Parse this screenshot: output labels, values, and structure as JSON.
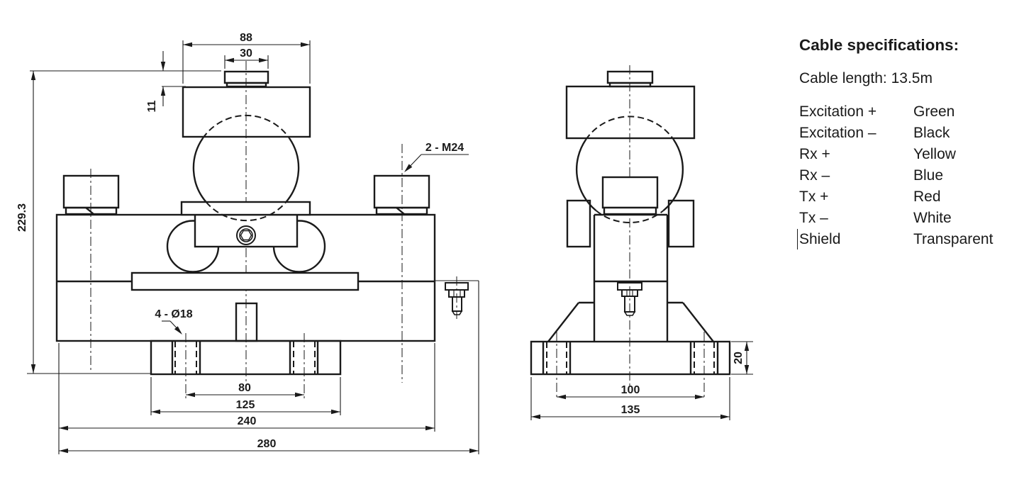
{
  "drawing": {
    "line_color": "#1a1a1a",
    "background": "#ffffff",
    "front_view": {
      "dim_cap_width": "88",
      "dim_button_width": "30",
      "dim_button_height": "11",
      "dim_total_height": "229.3",
      "label_bolts": "2 - M24",
      "label_holes": "4 - Ø18",
      "dim_hole_spacing": "80",
      "dim_base_width": "125",
      "dim_body_width": "240",
      "dim_overall_width": "280"
    },
    "side_view": {
      "dim_hole_spacing": "100",
      "dim_base_width": "135",
      "dim_base_thickness": "20"
    }
  },
  "cable_specs": {
    "heading": "Cable specifications:",
    "cable_length": "Cable length: 13.5m",
    "wires": [
      {
        "signal": "Excitation +",
        "color": "Green"
      },
      {
        "signal": "Excitation –",
        "color": "Black"
      },
      {
        "signal": "Rx +",
        "color": "Yellow"
      },
      {
        "signal": "Rx –",
        "color": "Blue"
      },
      {
        "signal": "Tx +",
        "color": "Red"
      },
      {
        "signal": "Tx –",
        "color": "White"
      },
      {
        "signal": "Shield",
        "color": "Transparent"
      }
    ]
  }
}
